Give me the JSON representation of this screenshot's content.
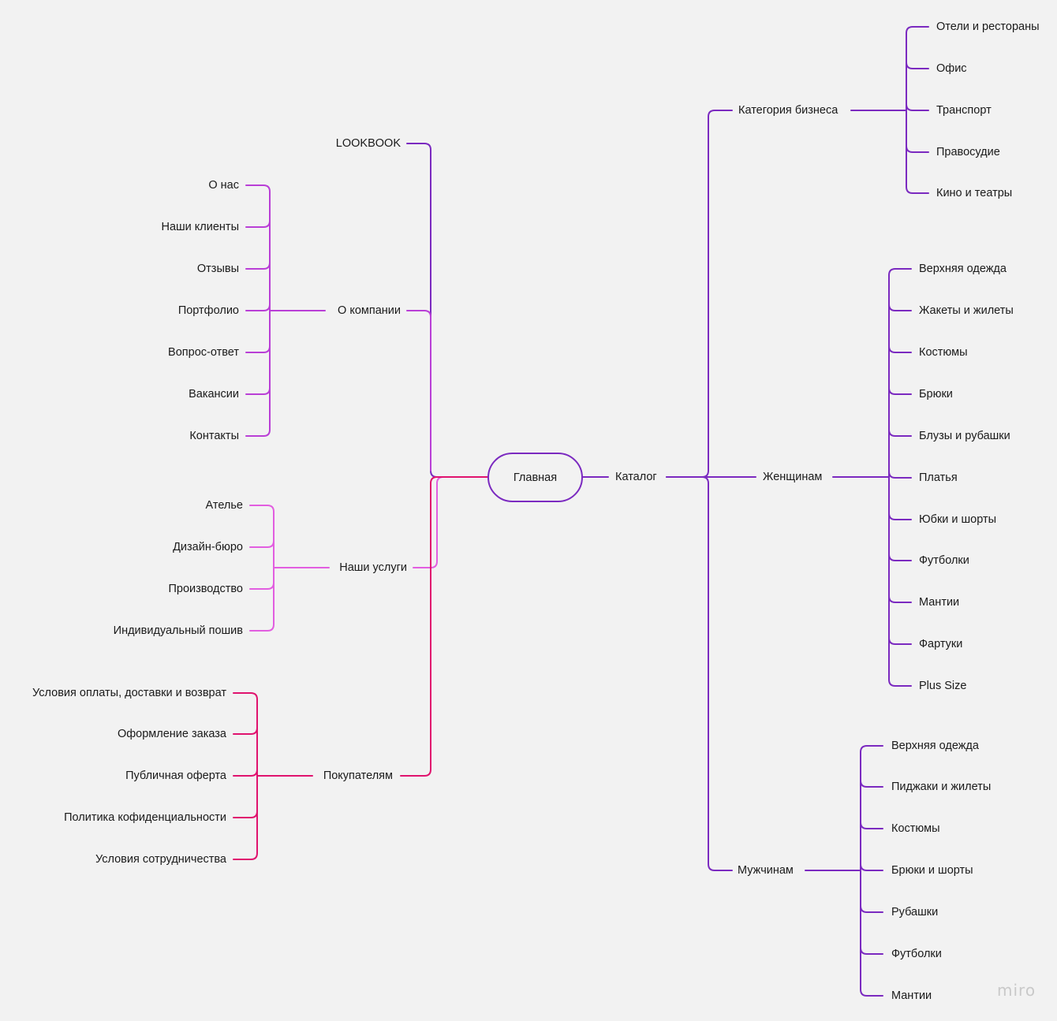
{
  "root": {
    "label": "Главная"
  },
  "left_branches": {
    "lookbook": {
      "label": "LOOKBOOK"
    },
    "company": {
      "label": "О компании",
      "children": [
        "О нас",
        "Наши клиенты",
        "Отзывы",
        "Портфолио",
        "Вопрос-ответ",
        "Вакансии",
        "Контакты"
      ]
    },
    "services": {
      "label": "Наши услуги",
      "children": [
        "Ателье",
        "Дизайн-бюро",
        "Производство",
        "Индивидуальный пошив"
      ]
    },
    "buyers": {
      "label": "Покупателям",
      "children": [
        "Условия оплаты, доставки и возврат",
        "Оформление заказа",
        "Публичная оферта",
        "Политика кофиденциальности",
        "Условия сотрудничества"
      ]
    }
  },
  "catalog": {
    "label": "Каталог",
    "business": {
      "label": "Категория бизнеса",
      "children": [
        "Отели и рестораны",
        "Офис",
        "Транспорт",
        "Правосудие",
        "Кино и театры"
      ]
    },
    "women": {
      "label": "Женщинам",
      "children": [
        "Верхняя одежда",
        "Жакеты и жилеты",
        "Костюмы",
        "Брюки",
        "Блузы и рубашки",
        "Платья",
        "Юбки и шорты",
        "Футболки",
        "Мантии",
        "Фартуки",
        "Plus Size"
      ]
    },
    "men": {
      "label": "Мужчинам",
      "children": [
        "Верхняя одежда",
        "Пиджаки и жилеты",
        "Костюмы",
        "Брюки и шорты",
        "Рубашки",
        "Футболки",
        "Мантии"
      ]
    }
  },
  "watermark": "miro",
  "colors": {
    "background": "#f2f2f2",
    "catalog": "#7b2ac0",
    "company": "#b93fd6",
    "services": "#e25ee0",
    "buyers": "#e0136e",
    "lookbook": "#7b2ac0"
  }
}
